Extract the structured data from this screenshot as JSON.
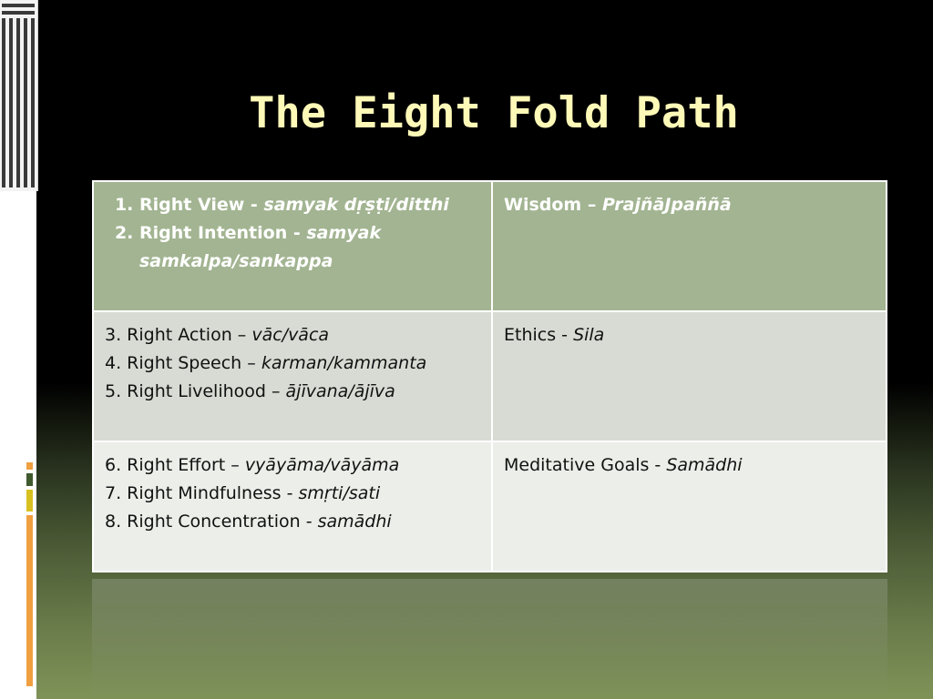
{
  "slide": {
    "title": "The Eight Fold Path"
  },
  "table": {
    "rows": [
      {
        "left_items": [
          {
            "number": "1.",
            "label": "Right View - ",
            "term": "samyak dṛṣṭi/ditthi"
          },
          {
            "number": "2.",
            "label": "Right  Intention - ",
            "term": "samyak samkalpa/sankappa"
          }
        ],
        "right": {
          "label": "Wisdom – ",
          "term": "PrajñāJpaññā"
        }
      },
      {
        "left_items": [
          {
            "label": "3. Right Action – ",
            "term": "vāc/vāca"
          },
          {
            "label": "4. Right Speech – ",
            "term": "karman/kammanta"
          },
          {
            "label": "5. Right Livelihood – ",
            "term": "ājīvana/ājīva"
          }
        ],
        "right": {
          "label": "Ethics - ",
          "term": "Sila"
        }
      },
      {
        "left_items": [
          {
            "label": "6. Right Effort – ",
            "term": "vyāyāma/vāyāma"
          },
          {
            "label": "7. Right Mindfulness - ",
            "term": "smṛti/sati"
          },
          {
            "label": "8. Right Concentration - ",
            "term": "samādhi"
          }
        ],
        "right": {
          "label": "Meditative Goals - ",
          "term": "Samādhi"
        }
      }
    ]
  },
  "colors": {
    "title": "#fff9b8",
    "header_row": "#a2b491",
    "row_2": "#d8dbd3",
    "row_3": "#eceee9",
    "accent_orange": "#f0a040",
    "accent_green": "#3f5a2e",
    "accent_yellow": "#d8c020"
  },
  "icons": {
    "window_icon": "window-layout-icon"
  }
}
